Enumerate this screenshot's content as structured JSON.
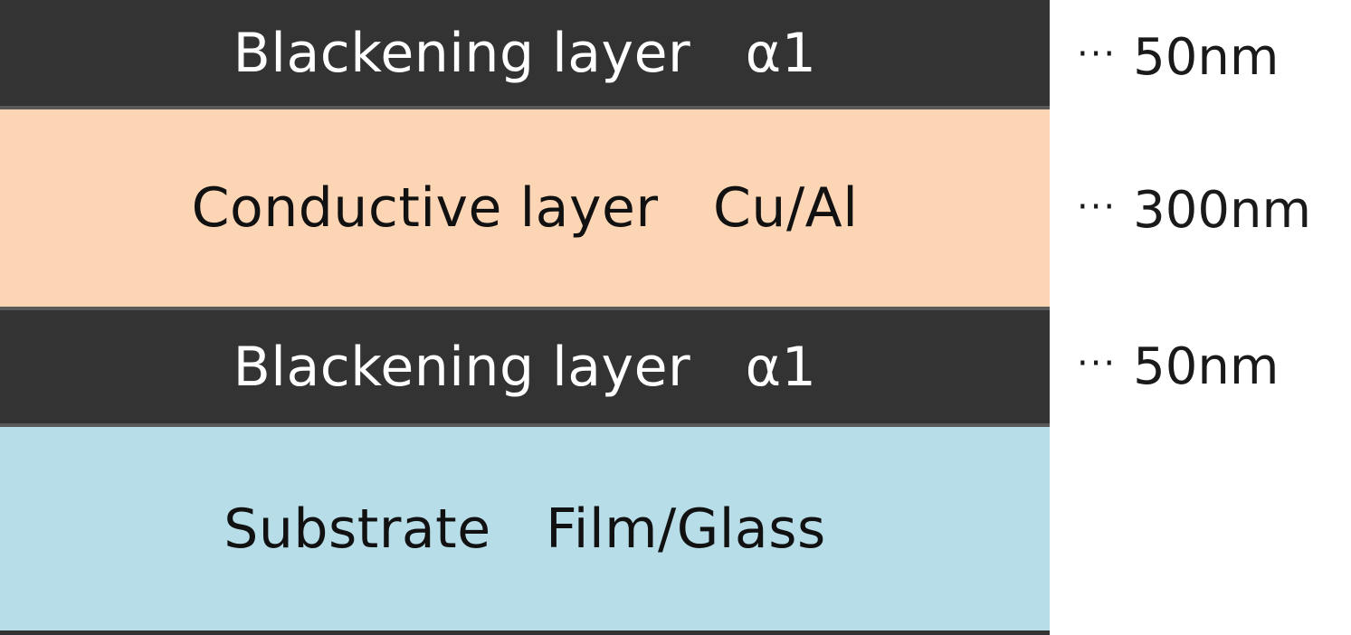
{
  "layers": [
    {
      "label": "Blackening layer　α1",
      "fill": "#333333",
      "text_color": "#ffffff"
    },
    {
      "label": "Conductive layer　Cu/Al",
      "fill": "#fcd5b5",
      "text_color": "#111111"
    },
    {
      "label": "Blackening layer　α1",
      "fill": "#333333",
      "text_color": "#ffffff"
    },
    {
      "label": "Substrate　Film/Glass",
      "fill": "#b7dde8",
      "text_color": "#111111"
    }
  ],
  "thickness": [
    {
      "leader": "···",
      "value": "50nm"
    },
    {
      "leader": "···",
      "value": "300nm"
    },
    {
      "leader": "···",
      "value": "50nm"
    }
  ]
}
